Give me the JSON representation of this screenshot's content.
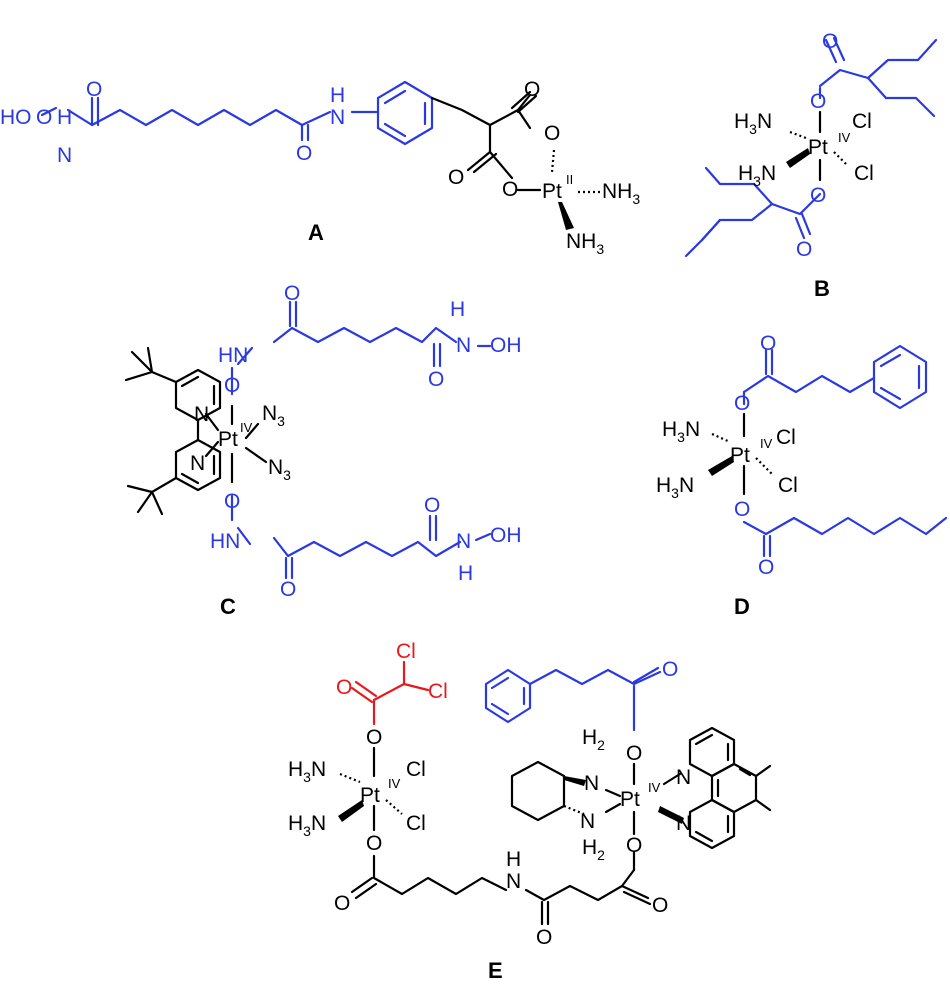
{
  "figure": {
    "compound_labels": [
      "A",
      "B",
      "C",
      "D",
      "E"
    ],
    "atoms": {
      "pt": "Pt",
      "ox2": "II",
      "ox4": "IV",
      "nh3_right": "NH",
      "h3n_left": "H",
      "n3": "N",
      "sub3": "3",
      "sub2": "2",
      "cl": "Cl",
      "o": "O",
      "n": "N",
      "h": "H",
      "oh": "OH",
      "ho": "HO",
      "hn": "HN",
      "nh": "NH"
    },
    "colors": {
      "black": "#000000",
      "blue": "#2a39e0",
      "red": "#e8191c"
    }
  }
}
